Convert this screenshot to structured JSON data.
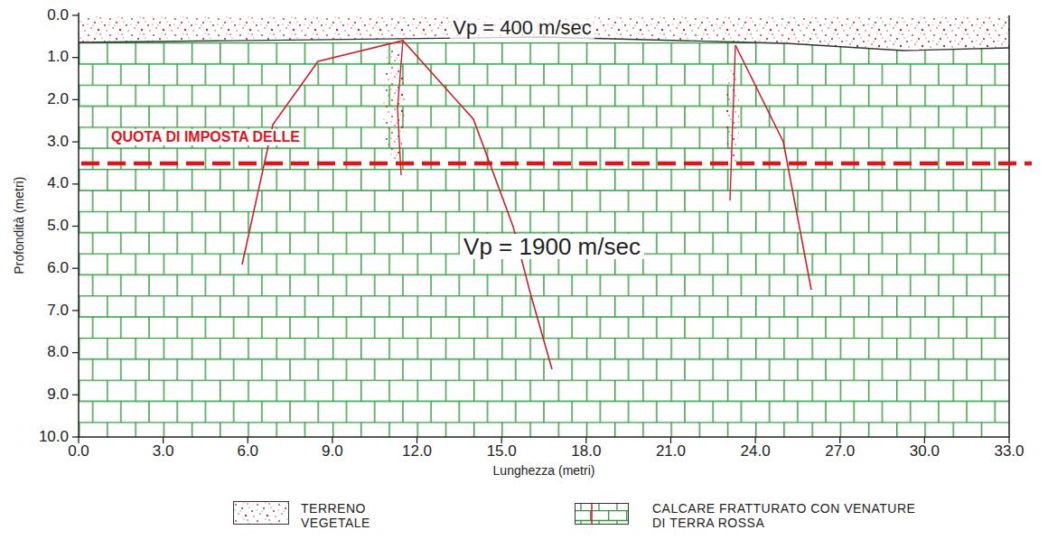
{
  "diagram": {
    "labels": [
      "0.0",
      "1.0",
      "2.0",
      "3.0",
      "4.0",
      "5.0",
      "6.0",
      "7.0",
      "8.0",
      "9.0",
      "10.0",
      "0.0",
      "3.0",
      "6.0",
      "9.0",
      "12.0",
      "15.0",
      "18.0",
      "21.0",
      "24.0",
      "27.0",
      "30.0",
      "33.0",
      "Profondità (metri)",
      "Lunghezza (metri)",
      "Vp = 400 m/sec",
      "Vp = 1900 m/sec",
      "QUOTA DI IMPOSTA DELLE"
    ],
    "legend": [
      {
        "text": "TERRENO VEGETALE"
      },
      {
        "text": "CALCARE FRATTURATO CON VENATURE DI TERRA ROSSA"
      }
    ]
  }
}
